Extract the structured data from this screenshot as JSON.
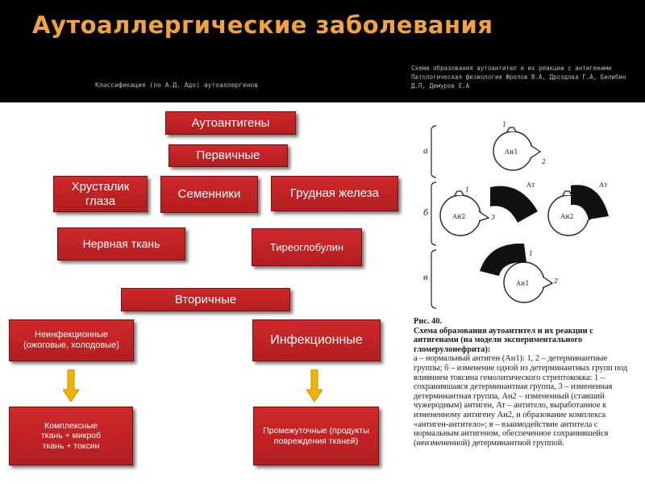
{
  "slide": {
    "title": "Аутоаллергические заболевания",
    "subtitle_left": "Классификация (по А.Д. Адо) аутоаллергенов",
    "subtitle_right": "Схема образования аутоантител и их реакции с антигенами\nПатологическая физиология Фролов В.А, Дроздова Г.А, Билибин Д.П, Демуров Е.А"
  },
  "diagram": {
    "autoantigens": "Аутоантигены",
    "primary": "Первичные",
    "lens": "Хрусталик глаза",
    "testes": "Семенники",
    "thymus": "Грудная железа",
    "nerve": "Нервная ткань",
    "thyroglobulin": "Тиреоглобулин",
    "secondary": "Вторичные",
    "noninfectious": "Неинфекционные (ожоговые, холодовые)",
    "infectious": "Инфекционные",
    "complex": "Комплексные\nткань + микроб\nткань + токсин",
    "intermediate": "Промежуточные (продукты повреждения тканей)"
  },
  "figure": {
    "row_a": "а",
    "row_b": "б",
    "row_c": "в",
    "an1": "Ан1",
    "an2_left": "Ан2",
    "an2_right": "Ан2",
    "an1_bottom": "Ан1",
    "at_left": "Ат",
    "at_right": "Ат",
    "n_a1": "1",
    "n_a2": "2",
    "n_b1": "1",
    "n_b3": "3",
    "n_c1": "1",
    "n_c2": "2"
  },
  "caption": {
    "fig_no": "Рис. 40.",
    "fig_title": "Схема образования аутоантител и их реакции с антигенами (на модели экспериментального гломерулонефрита):",
    "body": "а – нормальный антиген (Ан1): 1, 2 – детерминантные группы; б – изменение одной из детерминантных групп под влиянием токсина гемолитического стрептококка: 1 – сохранившаяся детерминантная группа, 3 – измененная детерминантная группа, Ан2 – измененный (ставший чужеродным) антиген, Ат – антитело, выработанное к измененному антигену Ан2, и образование комплекса «антиген-антитело»; в – взаимодействие антитела с нормальным антигеном, обеспеченное сохранившейся (неизмененной) детерминантной группой."
  },
  "colors": {
    "title": "#f2a33a",
    "box_red": "#c02224",
    "arrow_yellow": "#f0b400"
  }
}
